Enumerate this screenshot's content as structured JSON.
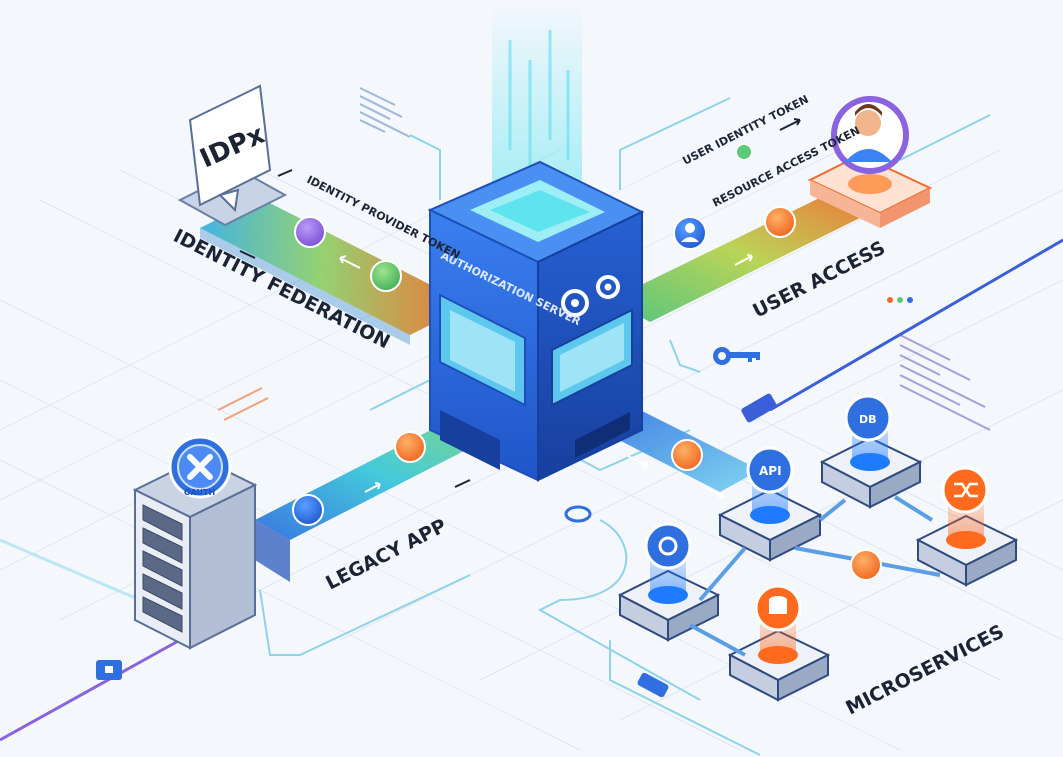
{
  "labels": {
    "authorization_server": "AUTHORIZATION SERVER",
    "identity_federation": "IDENTITY FEDERATION",
    "identity_provider_token": "IDENTITY PROVIDER TOKEN",
    "user_access": "USER ACCESS",
    "user_identity_token": "USER IDENTITY TOKEN",
    "resource_access_token": "RESOURCE ACCESS TOKEN",
    "legacy_app": "LEGACY APP",
    "microservices": "MICROSERVICES"
  },
  "badges": {
    "idp_logo": "IDPx",
    "oauth_ring": "OAUTH",
    "api": "API",
    "db": "DB"
  },
  "colors": {
    "server_blue": "#2f6fe0",
    "server_dark": "#1d4fb8",
    "accent_orange": "#f26b2a",
    "accent_green": "#5cc87a",
    "accent_purple": "#8a63e0",
    "teal": "#3bc7d9",
    "ink": "#1c2433"
  }
}
